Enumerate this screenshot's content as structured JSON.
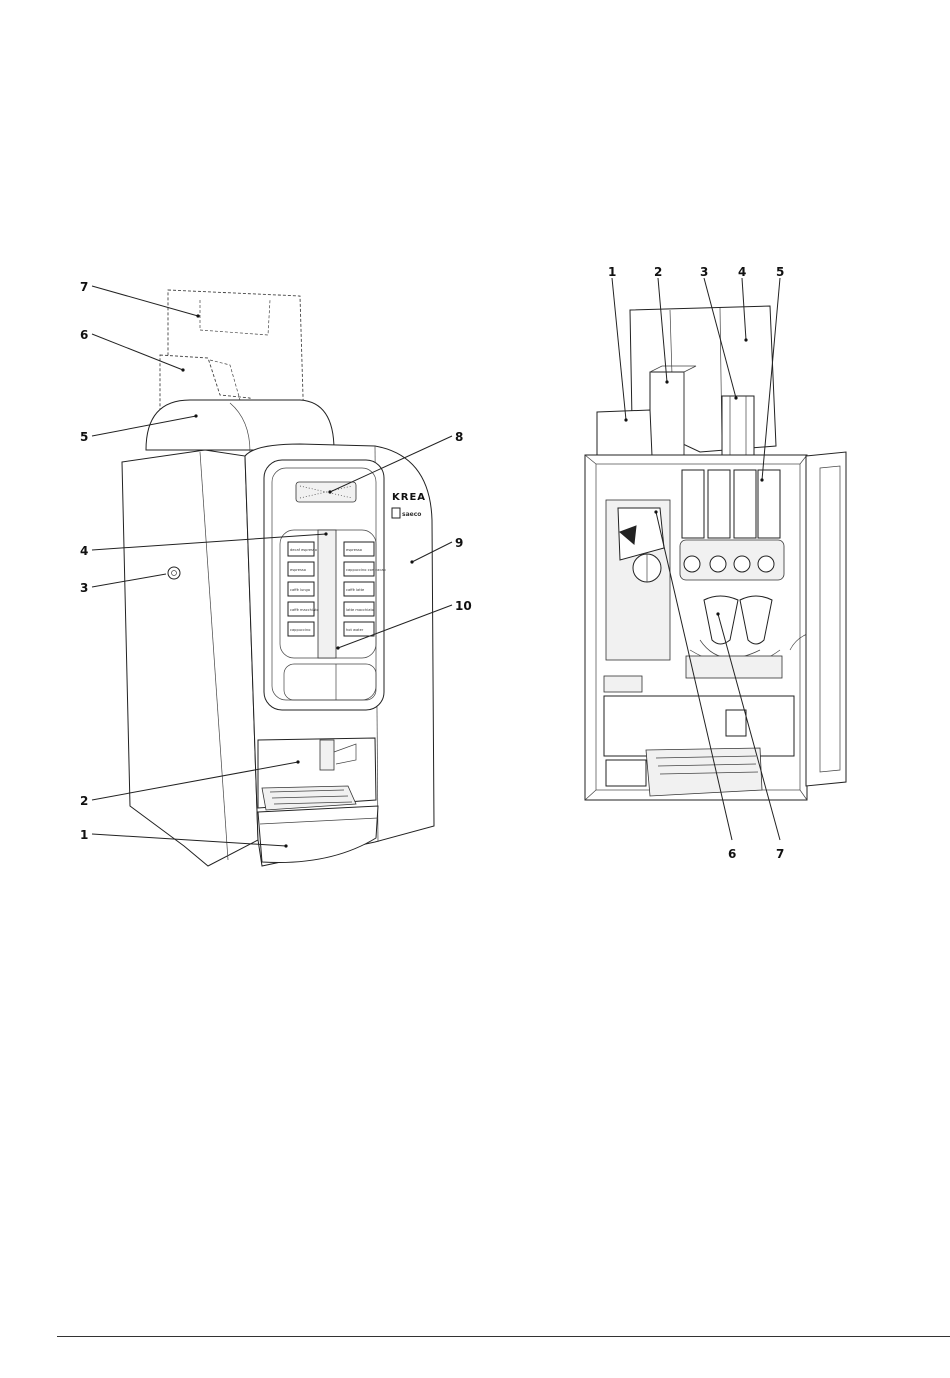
{
  "front_view": {
    "brand_name": "KREA",
    "sub_brand": "saeco",
    "button_labels": [
      "decaf espresso",
      "espresso",
      "caffè lungo",
      "caffè macchiato",
      "cappuccino",
      "espresso",
      "cappuccino con cacao",
      "caffè latte",
      "latte macchiato",
      "hot water"
    ],
    "callouts": [
      {
        "label": "7"
      },
      {
        "label": "6"
      },
      {
        "label": "5"
      },
      {
        "label": "4"
      },
      {
        "label": "3"
      },
      {
        "label": "2"
      },
      {
        "label": "1"
      },
      {
        "label": "8"
      },
      {
        "label": "9"
      },
      {
        "label": "10"
      }
    ]
  },
  "interior_view": {
    "callouts": [
      {
        "label": "1"
      },
      {
        "label": "2"
      },
      {
        "label": "3"
      },
      {
        "label": "4"
      },
      {
        "label": "5"
      },
      {
        "label": "6"
      },
      {
        "label": "7"
      }
    ]
  }
}
